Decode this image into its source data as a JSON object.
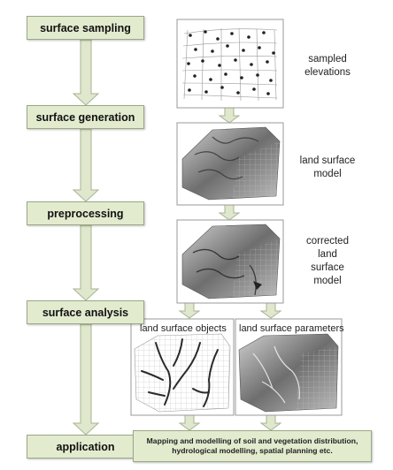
{
  "steps": [
    {
      "label": "surface sampling"
    },
    {
      "label": "surface generation"
    },
    {
      "label": "preprocessing"
    },
    {
      "label": "surface analysis"
    },
    {
      "label": "application"
    }
  ],
  "panels": {
    "sampled": {
      "caption_1": "sampled",
      "caption_2": "elevations"
    },
    "model": {
      "caption_1": "land surface",
      "caption_2": "model"
    },
    "corrected": {
      "caption_1": "corrected",
      "caption_2": "land",
      "caption_3": "surface",
      "caption_4": "model"
    },
    "objects": {
      "title": "land surface objects"
    },
    "parameters": {
      "title": "land surface parameters"
    }
  },
  "application_text_1": "Mapping and modelling of soil and vegetation distribution,",
  "application_text_2": "hydrological modelling, spatial planning etc.",
  "colors": {
    "box_fill": "#e3ebcf",
    "arrow_fill": "#dfe7cc",
    "box_border": "#9aa884"
  }
}
